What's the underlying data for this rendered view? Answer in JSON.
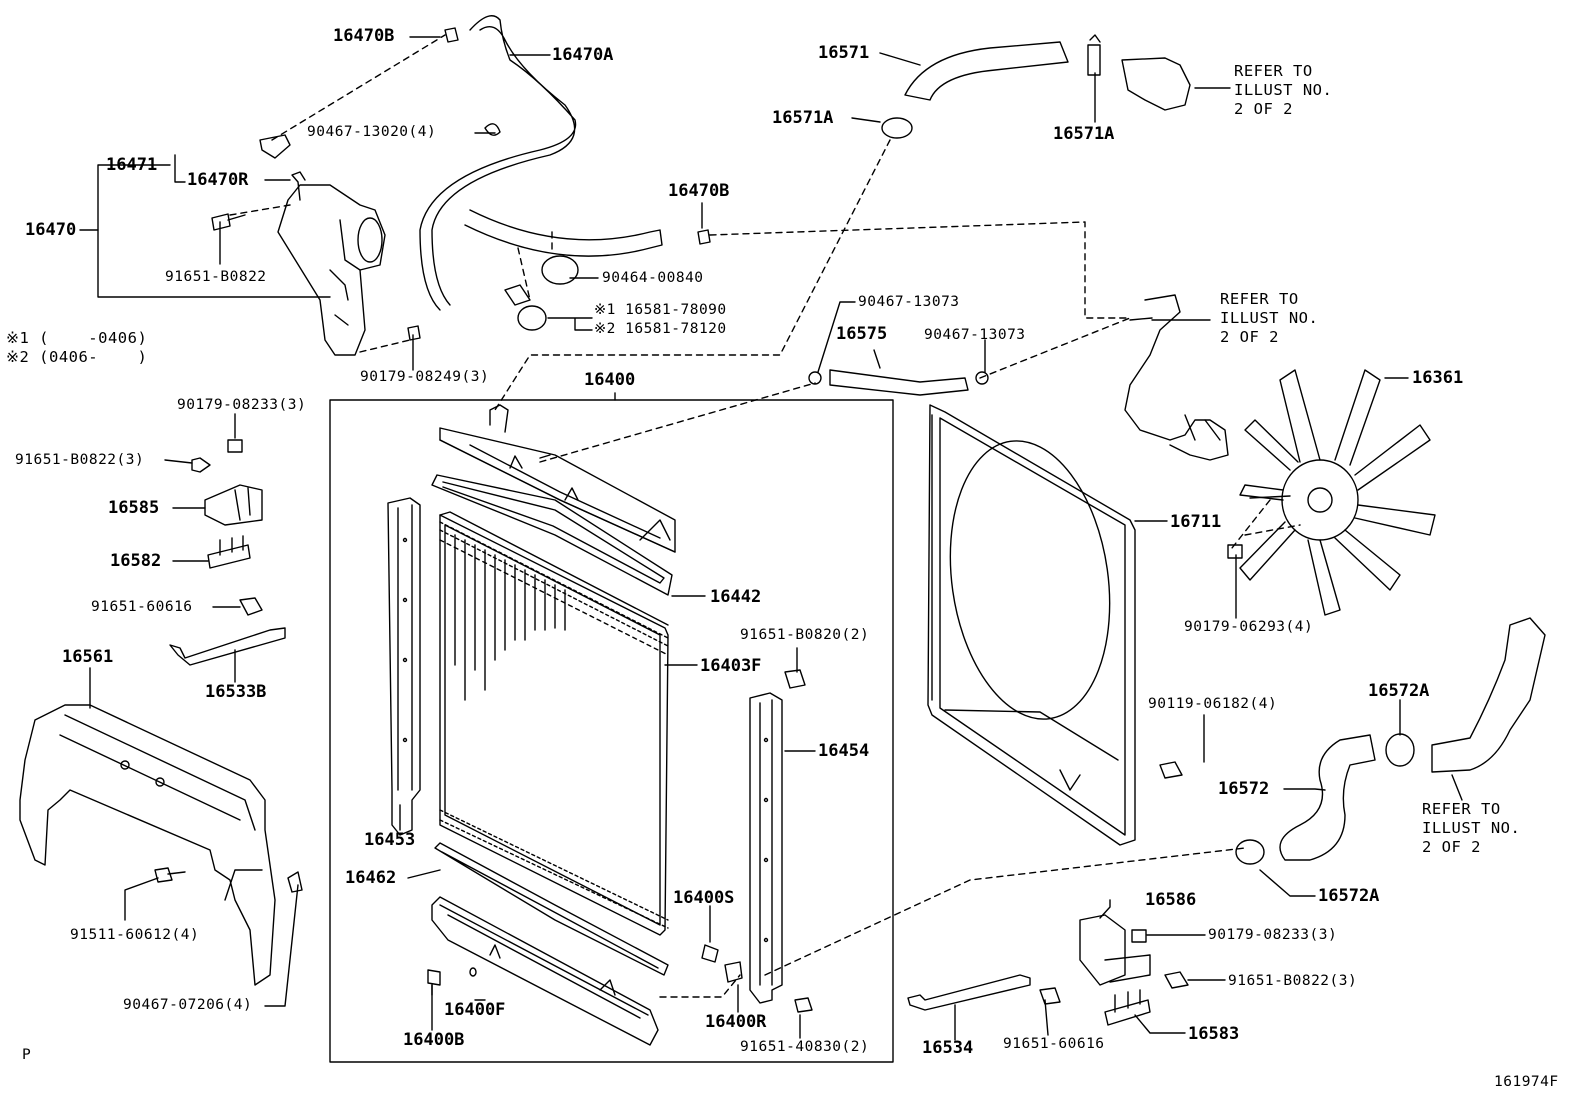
{
  "labels": {
    "l16470B_top": "16470B",
    "l16470A": "16470A",
    "l90467_13020": "90467-13020(4)",
    "l16471": "16471",
    "l16470R": "16470R",
    "l16470": "16470",
    "l91651_B0822_a": "91651-B0822",
    "l90464_00840": "90464-00840",
    "l16581_78090": "※1 16581-78090",
    "l16581_78120": "※2 16581-78120",
    "note1": "※1 (    -0406)",
    "note2": "※2 (0406-    )",
    "l90179_08249": "90179-08249(3)",
    "l16470B_mid": "16470B",
    "l16571": "16571",
    "l16571A_left": "16571A",
    "l16571A_right": "16571A",
    "ref1": "REFER TO\nILLUST NO.\n2 OF 2",
    "ref2": "REFER TO\nILLUST NO.\n2 OF 2",
    "ref3": "REFER TO\nILLUST NO.\n2 OF 2",
    "l90467_13073_a": "90467-13073",
    "l16575": "16575",
    "l90467_13073_b": "90467-13073",
    "l16400": "16400",
    "l90179_08233_a": "90179-08233(3)",
    "l91651_B0822_b": "91651-B0822(3)",
    "l16585": "16585",
    "l16582": "16582",
    "l91651_60616_a": "91651-60616",
    "l16533B": "16533B",
    "l16561": "16561",
    "l16442": "16442",
    "l91651_B0820": "91651-B0820(2)",
    "l16403F": "16403F",
    "l16454": "16454",
    "l16453": "16453",
    "l16462": "16462",
    "l16400S": "16400S",
    "l16400F": "16400F",
    "l16400R": "16400R",
    "l16400B": "16400B",
    "l91651_40830": "91651-40830(2)",
    "l91511_60612": "91511-60612(4)",
    "l90467_07206": "90467-07206(4)",
    "l16361": "16361",
    "l16711": "16711",
    "l90179_06293": "90179-06293(4)",
    "l16572A_top": "16572A",
    "l90119_06182": "90119-06182(4)",
    "l16572": "16572",
    "l16572A_bottom": "16572A",
    "l16586": "16586",
    "l90179_08233_b": "90179-08233(3)",
    "l91651_B0822_c": "91651-B0822(3)",
    "l16583": "16583",
    "l16534": "16534",
    "l91651_60616_b": "91651-60616",
    "page_letter": "P",
    "figure_id": "161974F"
  }
}
